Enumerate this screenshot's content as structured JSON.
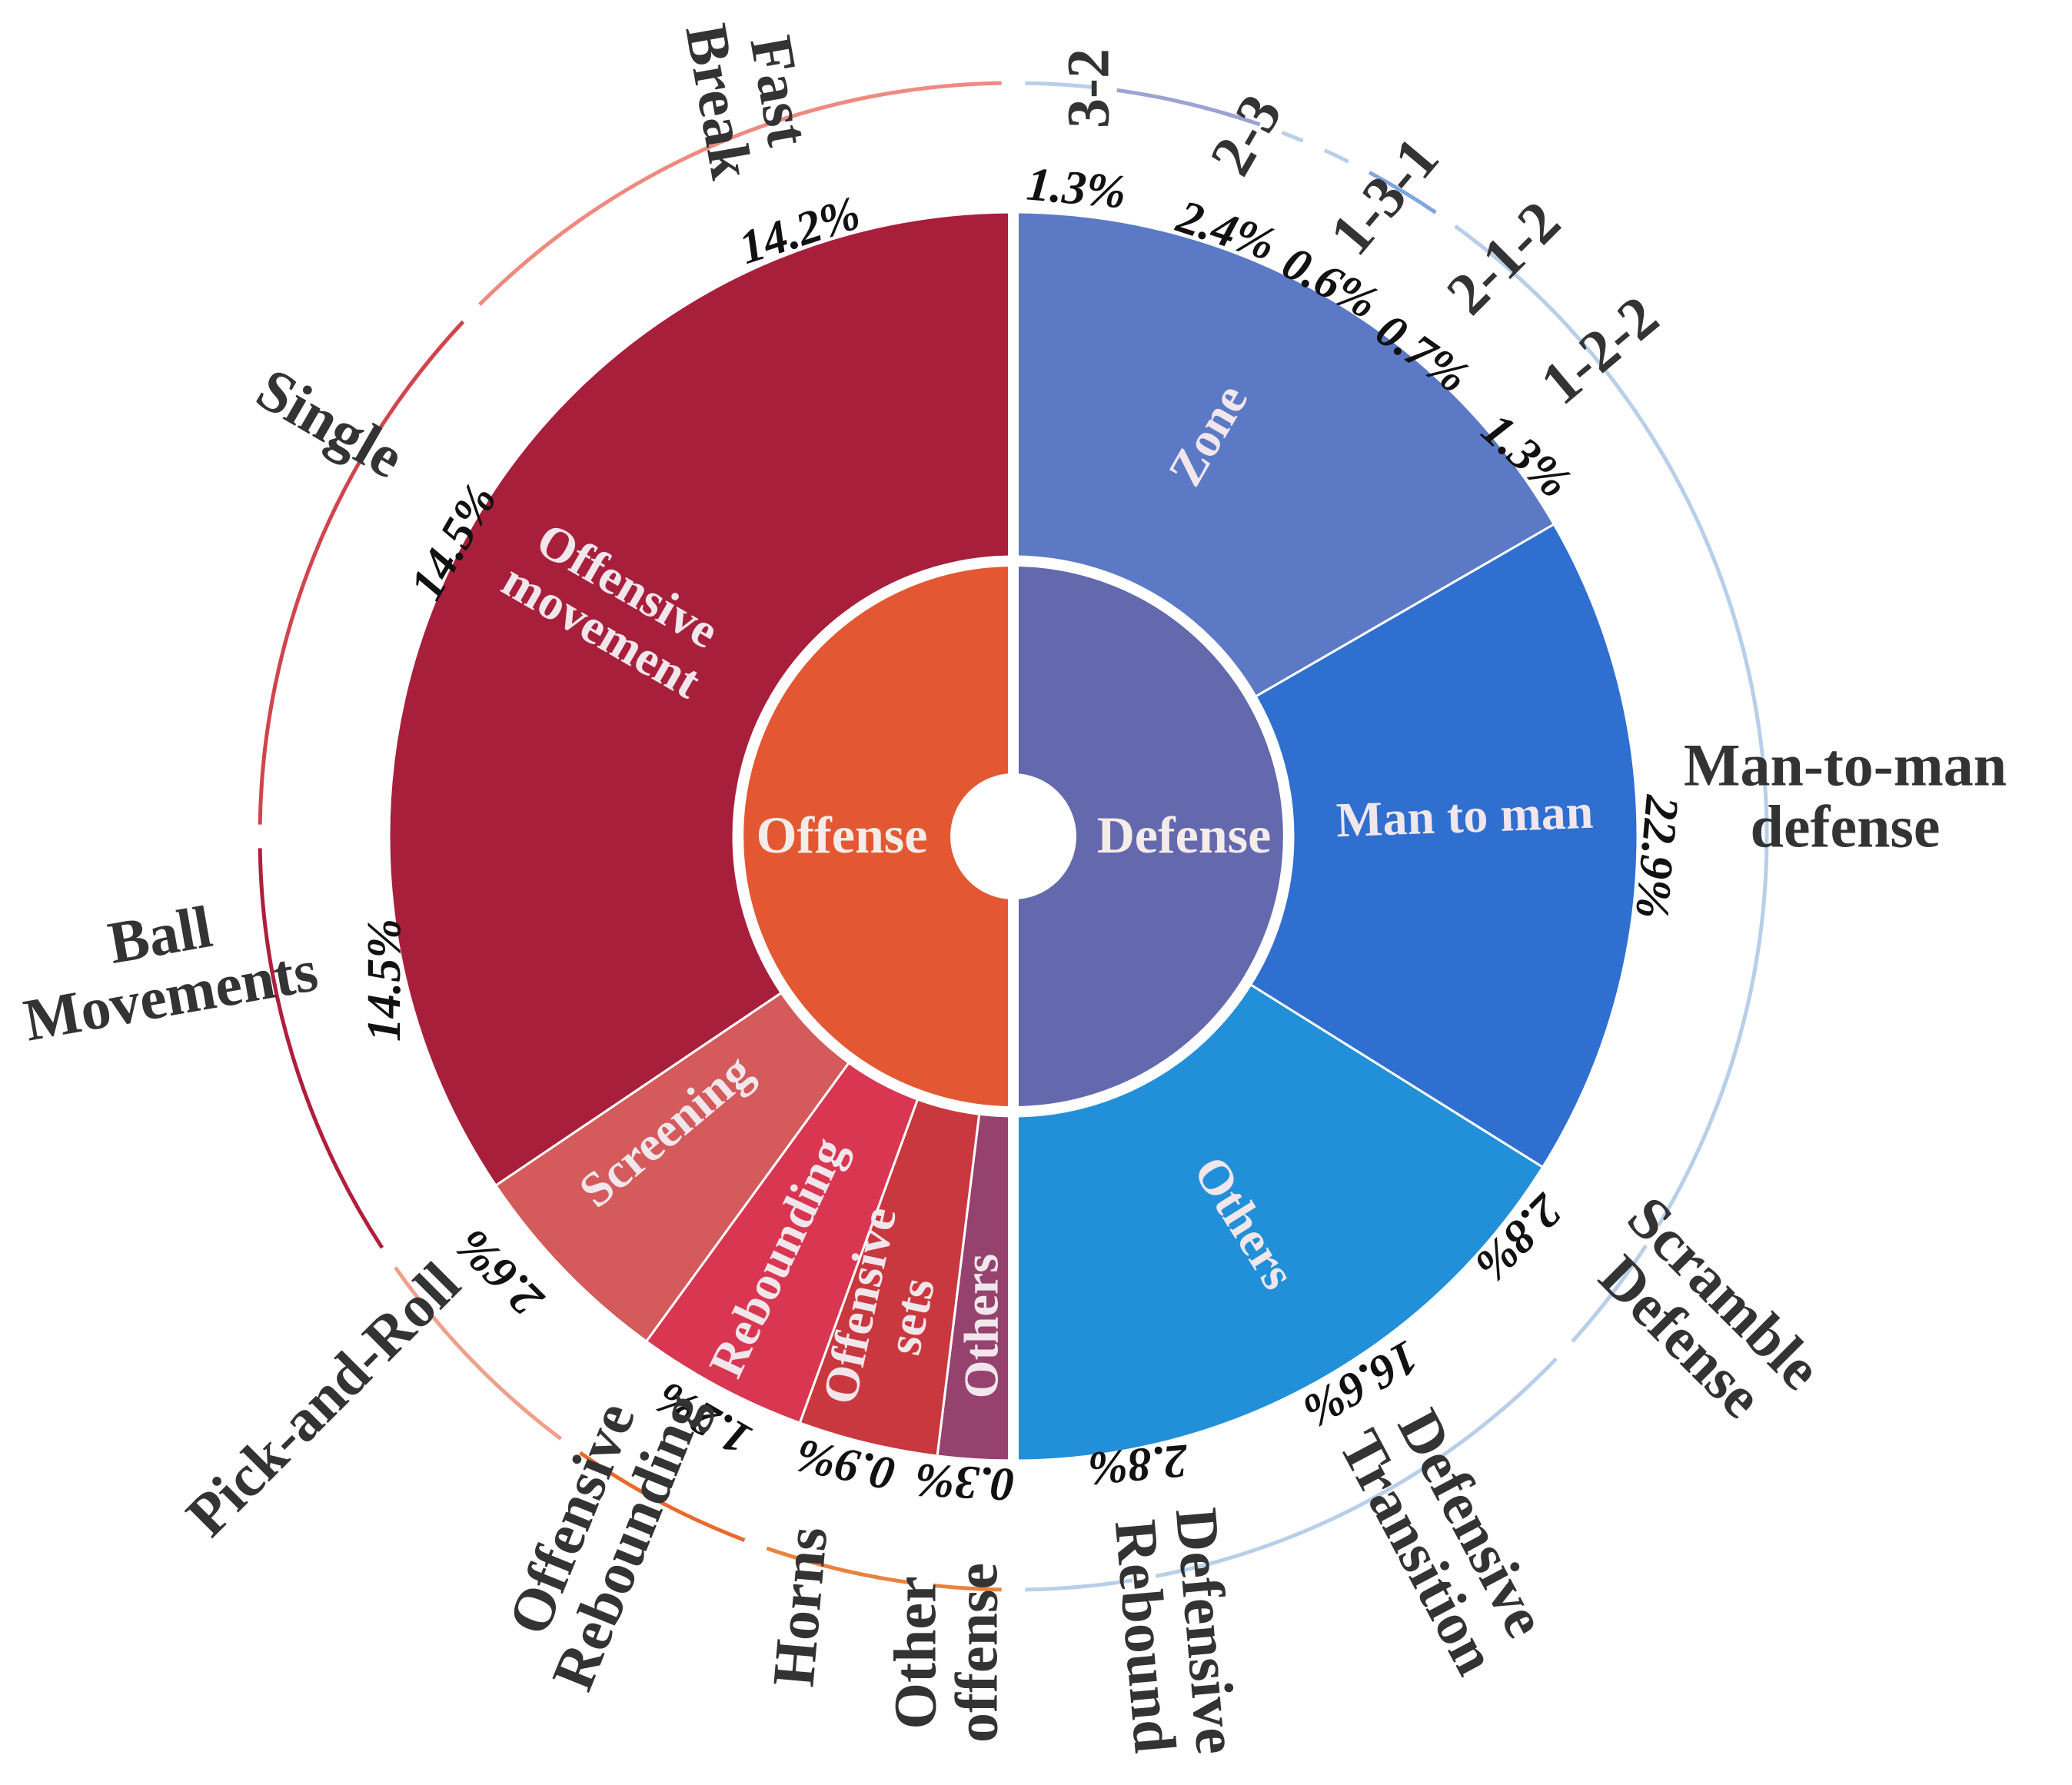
{
  "chart_data": {
    "type": "sunburst",
    "inner": [
      {
        "label": "Offense",
        "color": "#e35832"
      },
      {
        "label": "Defense",
        "color": "#6468ad"
      }
    ],
    "middle": [
      {
        "label": "Zone",
        "parent": "Defense",
        "color": "#5b79c5"
      },
      {
        "label": "Man to man",
        "parent": "Defense",
        "color": "#2f6fcf"
      },
      {
        "label": "Others",
        "parent": "Defense",
        "color": "#2290d8"
      },
      {
        "label": "Others",
        "parent": "Offense",
        "color": "#96426f"
      },
      {
        "label": "Offensive sets",
        "parent": "Offense",
        "color": "#c9383e"
      },
      {
        "label": "Rebounding",
        "parent": "Offense",
        "color": "#d93651"
      },
      {
        "label": "Screening",
        "parent": "Offense",
        "color": "#d45a5b"
      },
      {
        "label": "Offensive movement",
        "parent": "Offense",
        "color": "#a81f3b"
      }
    ],
    "outer": [
      {
        "label": "3-2",
        "value": 1.3,
        "pct_text": "1.3%",
        "parent": "Zone",
        "color": "#b7cfe9"
      },
      {
        "label": "2-3",
        "value": 2.4,
        "pct_text": "2.4%",
        "parent": "Zone",
        "color": "#9aa3d1"
      },
      {
        "label": "1-3-1",
        "value": 0.6,
        "pct_text": "0.6%",
        "parent": "Zone",
        "color": "#b7cfe9"
      },
      {
        "label": "2-1-2",
        "value": 0.7,
        "pct_text": "0.7%",
        "parent": "Zone",
        "color": "#b7cfe9"
      },
      {
        "label": "1-2-2",
        "value": 1.3,
        "pct_text": "1.3%",
        "parent": "Zone",
        "color": "#7fa7df"
      },
      {
        "label": "Man-to-man defense",
        "value": 22.9,
        "pct_text": "22.9%",
        "parent": "Man to man",
        "color": "#b7cfe9"
      },
      {
        "label": "Scramble Defense",
        "value": 2.8,
        "pct_text": "2.8%",
        "parent": "Others",
        "color": "#b7cfe9"
      },
      {
        "label": "Defensive Transition",
        "value": 16.6,
        "pct_text": "16.6%",
        "parent": "Others",
        "color": "#b7cfe9"
      },
      {
        "label": "Defensive Rebound",
        "value": 2.8,
        "pct_text": "2.8%",
        "parent": "Others",
        "color": "#b7cfe9"
      },
      {
        "label": "Other offense",
        "value": 0.3,
        "pct_text": "0.3%",
        "parent": "Others",
        "color": "#e9823f"
      },
      {
        "label": "Horns",
        "value": 0.9,
        "pct_text": "0.9%",
        "parent": "Offensive sets",
        "color": "#e9823f"
      },
      {
        "label": "Offensive Rebounding",
        "value": 1.2,
        "pct_text": "1.2%",
        "parent": "Rebounding",
        "color": "#e96a2a"
      },
      {
        "label": "Pick-and-Roll",
        "value": 2.6,
        "pct_text": "2.6%",
        "parent": "Screening",
        "color": "#f0a08a"
      },
      {
        "label": "Ball Movements",
        "value": 14.5,
        "pct_text": "14.5%",
        "parent": "Offensive movement",
        "color": "#b01e3c"
      },
      {
        "label": "Single",
        "value": 14.5,
        "pct_text": "14.5%",
        "parent": "Offensive movement",
        "color": "#d0454c"
      },
      {
        "label": "Fast Break",
        "value": 14.2,
        "pct_text": "14.2%",
        "parent": "Offensive movement",
        "color": "#ee8a80"
      }
    ]
  }
}
